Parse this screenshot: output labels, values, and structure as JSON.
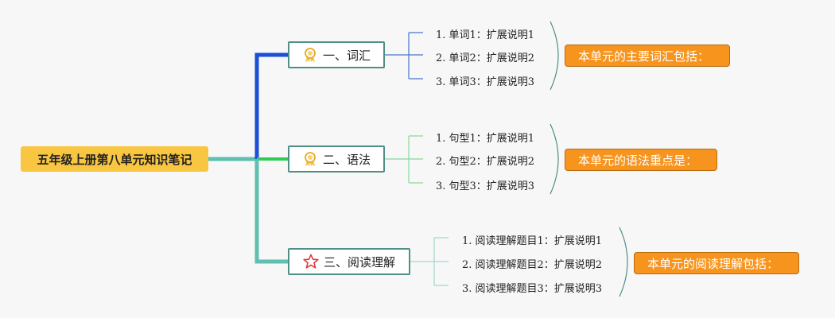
{
  "root": {
    "label": "五年级上册第八单元知识笔记"
  },
  "branches": [
    {
      "label": "一、词汇",
      "icon": "award-ribbon-icon",
      "color": "#1a4fd6",
      "items": [
        "1. 单词1：扩展说明1",
        "2. 单词2：扩展说明2",
        "3. 单词3：扩展说明3"
      ],
      "summary": "本单元的主要词汇包括："
    },
    {
      "label": "二、语法",
      "icon": "award-ribbon-icon",
      "color": "#2ecc55",
      "items": [
        "1. 句型1：扩展说明1",
        "2. 句型2：扩展说明2",
        "3. 句型3：扩展说明3"
      ],
      "summary": "本单元的语法重点是："
    },
    {
      "label": "三、阅读理解",
      "icon": "star-outline-icon",
      "color": "#5fbfb0",
      "items": [
        "1. 阅读理解题目1：扩展说明1",
        "2. 阅读理解题目2：扩展说明2",
        "3. 阅读理解题目3：扩展说明3"
      ],
      "summary": "本单元的阅读理解包括："
    }
  ]
}
